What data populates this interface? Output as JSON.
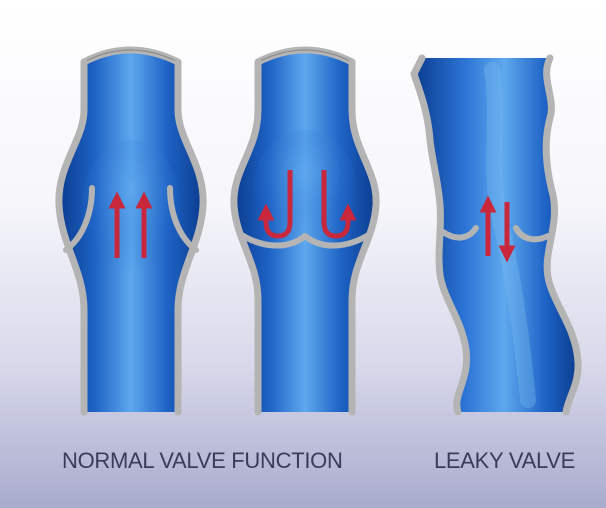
{
  "captions": {
    "normal": "NORMAL VALVE FUNCTION",
    "leaky": "LEAKY VALVE"
  },
  "colors": {
    "vein_blue": "#1e63c6",
    "vein_dark": "#0b3c8e",
    "vein_light": "#5ea8ee",
    "wall_gray": "#b4b4b4",
    "arrow_red": "#c8273c",
    "background_bottom": "#a9abcd"
  },
  "panels": [
    {
      "name": "normal-open-valve",
      "flow": "upward",
      "valve_state": "open"
    },
    {
      "name": "normal-closed-valve",
      "flow": "backflow blocked",
      "valve_state": "closed"
    },
    {
      "name": "leaky-valve",
      "flow": "bidirectional",
      "valve_state": "incompetent"
    }
  ]
}
